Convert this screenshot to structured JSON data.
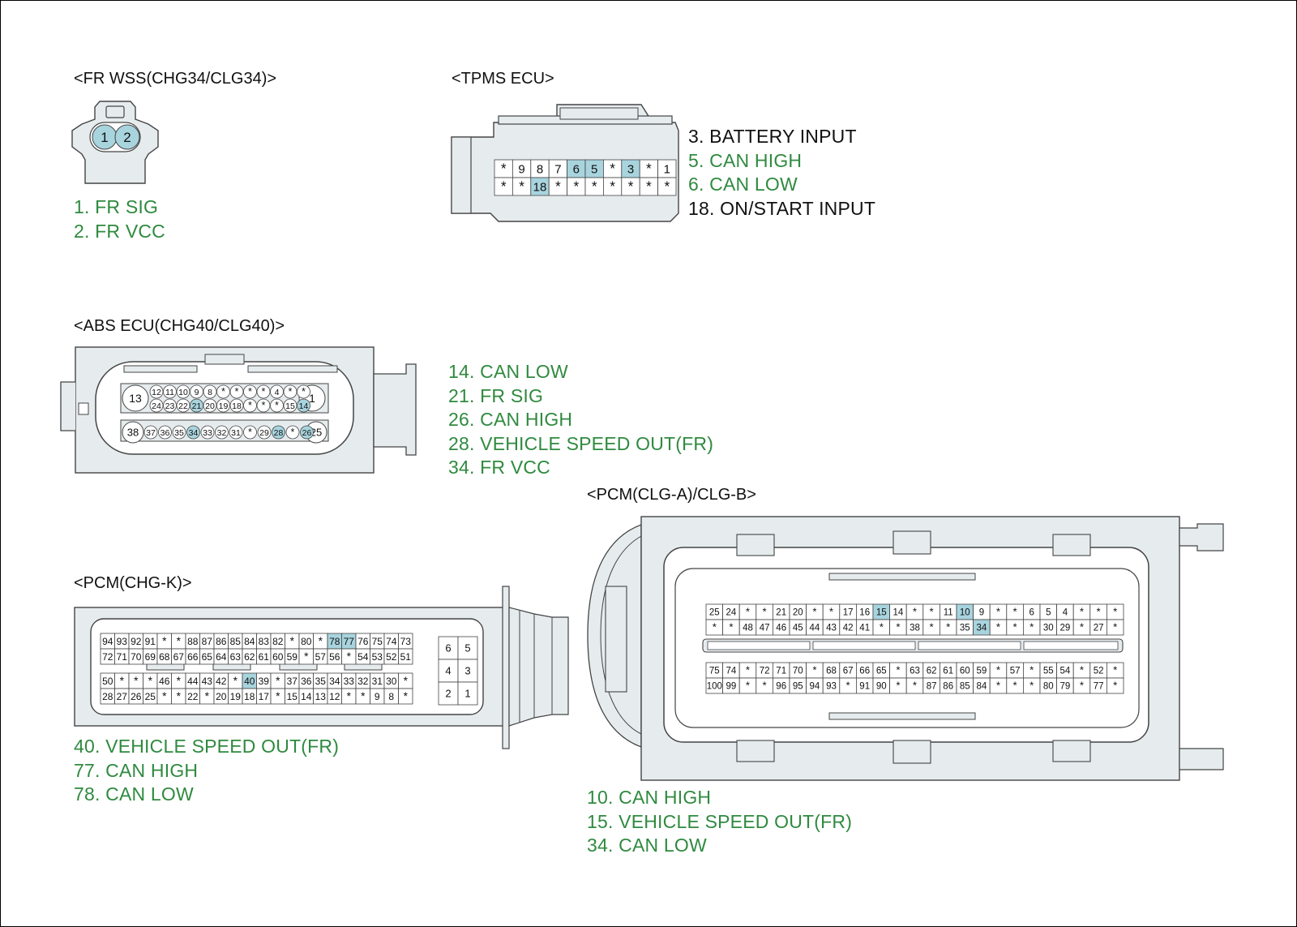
{
  "colors": {
    "highlight_fill": "#a8d4de",
    "connector_fill": "#e6ecee",
    "connector_stroke": "#444444",
    "green_text": "#2f8a3f",
    "black_text": "#111111"
  },
  "fr_wss": {
    "title": "<FR WSS(CHG34/CLG34)>",
    "pins": [
      {
        "num": "1",
        "hl": true
      },
      {
        "num": "2",
        "hl": true
      }
    ],
    "legend": [
      {
        "text": "1. FR SIG",
        "color": "green"
      },
      {
        "text": "2. FR VCC",
        "color": "green"
      }
    ]
  },
  "tpms": {
    "title": "<TPMS ECU>",
    "rows": [
      [
        {
          "t": "*"
        },
        {
          "t": "9"
        },
        {
          "t": "8"
        },
        {
          "t": "7"
        },
        {
          "t": "6",
          "hl": true
        },
        {
          "t": "5",
          "hl": true
        },
        {
          "t": "*"
        },
        {
          "t": "3",
          "hl": true
        },
        {
          "t": "*"
        },
        {
          "t": "1"
        }
      ],
      [
        {
          "t": "*"
        },
        {
          "t": "*"
        },
        {
          "t": "18",
          "hl": true
        },
        {
          "t": "*"
        },
        {
          "t": "*"
        },
        {
          "t": "*"
        },
        {
          "t": "*"
        },
        {
          "t": "*"
        },
        {
          "t": "*"
        },
        {
          "t": "*"
        }
      ]
    ],
    "legend": [
      {
        "text": "3. BATTERY INPUT",
        "color": "black"
      },
      {
        "text": "5. CAN HIGH",
        "color": "green"
      },
      {
        "text": "6. CAN LOW",
        "color": "green"
      },
      {
        "text": "18. ON/START INPUT",
        "color": "black"
      }
    ]
  },
  "abs": {
    "title": "<ABS ECU(CHG40/CLG40)>",
    "big_pins": [
      "13",
      "1",
      "38",
      "25"
    ],
    "row1": [
      {
        "t": "12"
      },
      {
        "t": "11"
      },
      {
        "t": "10"
      },
      {
        "t": "9"
      },
      {
        "t": "8"
      },
      {
        "t": "*"
      },
      {
        "t": "*"
      },
      {
        "t": "*"
      },
      {
        "t": "*"
      },
      {
        "t": "4"
      },
      {
        "t": "*"
      },
      {
        "t": "*"
      }
    ],
    "row2": [
      {
        "t": "24"
      },
      {
        "t": "23"
      },
      {
        "t": "22"
      },
      {
        "t": "21",
        "hl": true
      },
      {
        "t": "20"
      },
      {
        "t": "19"
      },
      {
        "t": "18"
      },
      {
        "t": "*"
      },
      {
        "t": "*"
      },
      {
        "t": "*"
      },
      {
        "t": "15"
      },
      {
        "t": "14",
        "hl": true
      }
    ],
    "row3": [
      {
        "t": "37"
      },
      {
        "t": "36"
      },
      {
        "t": "35"
      },
      {
        "t": "34",
        "hl": true
      },
      {
        "t": "33"
      },
      {
        "t": "32"
      },
      {
        "t": "31"
      },
      {
        "t": "*"
      },
      {
        "t": "29"
      },
      {
        "t": "28",
        "hl": true
      },
      {
        "t": "*"
      },
      {
        "t": "26",
        "hl": true
      }
    ],
    "legend": [
      {
        "text": "14. CAN LOW",
        "color": "green"
      },
      {
        "text": "21. FR SIG",
        "color": "green"
      },
      {
        "text": "26. CAN HIGH",
        "color": "green"
      },
      {
        "text": "28. VEHICLE SPEED OUT(FR)",
        "color": "green"
      },
      {
        "text": "34. FR VCC",
        "color": "green"
      }
    ]
  },
  "pcm_k": {
    "title": "<PCM(CHG-K)>",
    "row1": [
      {
        "t": "94"
      },
      {
        "t": "93"
      },
      {
        "t": "92"
      },
      {
        "t": "91"
      },
      {
        "t": "*"
      },
      {
        "t": "*"
      },
      {
        "t": "88"
      },
      {
        "t": "87"
      },
      {
        "t": "86"
      },
      {
        "t": "85"
      },
      {
        "t": "84"
      },
      {
        "t": "83"
      },
      {
        "t": "82"
      },
      {
        "t": "*"
      },
      {
        "t": "80"
      },
      {
        "t": "*"
      },
      {
        "t": "78",
        "hl": true
      },
      {
        "t": "77",
        "hl": true
      },
      {
        "t": "76"
      },
      {
        "t": "75"
      },
      {
        "t": "74"
      },
      {
        "t": "73"
      }
    ],
    "row2": [
      {
        "t": "72"
      },
      {
        "t": "71"
      },
      {
        "t": "70"
      },
      {
        "t": "69"
      },
      {
        "t": "68"
      },
      {
        "t": "67"
      },
      {
        "t": "66"
      },
      {
        "t": "65"
      },
      {
        "t": "64"
      },
      {
        "t": "63"
      },
      {
        "t": "62"
      },
      {
        "t": "61"
      },
      {
        "t": "60"
      },
      {
        "t": "59"
      },
      {
        "t": "*"
      },
      {
        "t": "57"
      },
      {
        "t": "56"
      },
      {
        "t": "*"
      },
      {
        "t": "54"
      },
      {
        "t": "53"
      },
      {
        "t": "52"
      },
      {
        "t": "51"
      }
    ],
    "row3": [
      {
        "t": "50"
      },
      {
        "t": "*"
      },
      {
        "t": "*"
      },
      {
        "t": "*"
      },
      {
        "t": "46"
      },
      {
        "t": "*"
      },
      {
        "t": "44"
      },
      {
        "t": "43"
      },
      {
        "t": "42"
      },
      {
        "t": "*"
      },
      {
        "t": "40",
        "hl": true
      },
      {
        "t": "39"
      },
      {
        "t": "*"
      },
      {
        "t": "37"
      },
      {
        "t": "36"
      },
      {
        "t": "35"
      },
      {
        "t": "34"
      },
      {
        "t": "33"
      },
      {
        "t": "32"
      },
      {
        "t": "31"
      },
      {
        "t": "30"
      },
      {
        "t": "*"
      }
    ],
    "row4": [
      {
        "t": "28"
      },
      {
        "t": "27"
      },
      {
        "t": "26"
      },
      {
        "t": "25"
      },
      {
        "t": "*"
      },
      {
        "t": "*"
      },
      {
        "t": "22"
      },
      {
        "t": "*"
      },
      {
        "t": "20"
      },
      {
        "t": "19"
      },
      {
        "t": "18"
      },
      {
        "t": "17"
      },
      {
        "t": "*"
      },
      {
        "t": "15"
      },
      {
        "t": "14"
      },
      {
        "t": "13"
      },
      {
        "t": "12"
      },
      {
        "t": "*"
      },
      {
        "t": "*"
      },
      {
        "t": "9"
      },
      {
        "t": "8"
      },
      {
        "t": "*"
      }
    ],
    "side": [
      [
        "6",
        "5"
      ],
      [
        "4",
        "3"
      ],
      [
        "2",
        "1"
      ]
    ],
    "legend": [
      {
        "text": "40. VEHICLE SPEED OUT(FR)",
        "color": "green"
      },
      {
        "text": "77. CAN HIGH",
        "color": "green"
      },
      {
        "text": "78. CAN LOW",
        "color": "green"
      }
    ]
  },
  "pcm_ab": {
    "title": "<PCM(CLG-A)/CLG-B>",
    "row1": [
      {
        "t": "25"
      },
      {
        "t": "24"
      },
      {
        "t": "*"
      },
      {
        "t": "*"
      },
      {
        "t": "21"
      },
      {
        "t": "20"
      },
      {
        "t": "*"
      },
      {
        "t": "*"
      },
      {
        "t": "17"
      },
      {
        "t": "16"
      },
      {
        "t": "15",
        "hl": true
      },
      {
        "t": "14"
      },
      {
        "t": "*"
      },
      {
        "t": "*"
      },
      {
        "t": "11"
      },
      {
        "t": "10",
        "hl": true
      },
      {
        "t": "9"
      },
      {
        "t": "*"
      },
      {
        "t": "*"
      },
      {
        "t": "6"
      },
      {
        "t": "5"
      },
      {
        "t": "4"
      },
      {
        "t": "*"
      },
      {
        "t": "*"
      },
      {
        "t": "*"
      }
    ],
    "row2": [
      {
        "t": "*"
      },
      {
        "t": "*"
      },
      {
        "t": "48"
      },
      {
        "t": "47"
      },
      {
        "t": "46"
      },
      {
        "t": "45"
      },
      {
        "t": "44"
      },
      {
        "t": "43"
      },
      {
        "t": "42"
      },
      {
        "t": "41"
      },
      {
        "t": "*"
      },
      {
        "t": "*"
      },
      {
        "t": "38"
      },
      {
        "t": "*"
      },
      {
        "t": "*"
      },
      {
        "t": "35"
      },
      {
        "t": "34",
        "hl": true
      },
      {
        "t": "*"
      },
      {
        "t": "*"
      },
      {
        "t": "*"
      },
      {
        "t": "30"
      },
      {
        "t": "29"
      },
      {
        "t": "*"
      },
      {
        "t": "27"
      },
      {
        "t": "*"
      }
    ],
    "row3": [
      {
        "t": "75"
      },
      {
        "t": "74"
      },
      {
        "t": "*"
      },
      {
        "t": "72"
      },
      {
        "t": "71"
      },
      {
        "t": "70"
      },
      {
        "t": "*"
      },
      {
        "t": "68"
      },
      {
        "t": "67"
      },
      {
        "t": "66"
      },
      {
        "t": "65"
      },
      {
        "t": "*"
      },
      {
        "t": "63"
      },
      {
        "t": "62"
      },
      {
        "t": "61"
      },
      {
        "t": "60"
      },
      {
        "t": "59"
      },
      {
        "t": "*"
      },
      {
        "t": "57"
      },
      {
        "t": "*"
      },
      {
        "t": "55"
      },
      {
        "t": "54"
      },
      {
        "t": "*"
      },
      {
        "t": "52"
      },
      {
        "t": "*"
      }
    ],
    "row4": [
      {
        "t": "100"
      },
      {
        "t": "99"
      },
      {
        "t": "*"
      },
      {
        "t": "*"
      },
      {
        "t": "96"
      },
      {
        "t": "95"
      },
      {
        "t": "94"
      },
      {
        "t": "93"
      },
      {
        "t": "*"
      },
      {
        "t": "91"
      },
      {
        "t": "90"
      },
      {
        "t": "*"
      },
      {
        "t": "*"
      },
      {
        "t": "87"
      },
      {
        "t": "86"
      },
      {
        "t": "85"
      },
      {
        "t": "84"
      },
      {
        "t": "*"
      },
      {
        "t": "*"
      },
      {
        "t": "*"
      },
      {
        "t": "80"
      },
      {
        "t": "79"
      },
      {
        "t": "*"
      },
      {
        "t": "77"
      },
      {
        "t": "*"
      }
    ],
    "legend": [
      {
        "text": "10. CAN HIGH",
        "color": "green"
      },
      {
        "text": "15. VEHICLE SPEED OUT(FR)",
        "color": "green"
      },
      {
        "text": "34. CAN LOW",
        "color": "green"
      }
    ]
  }
}
